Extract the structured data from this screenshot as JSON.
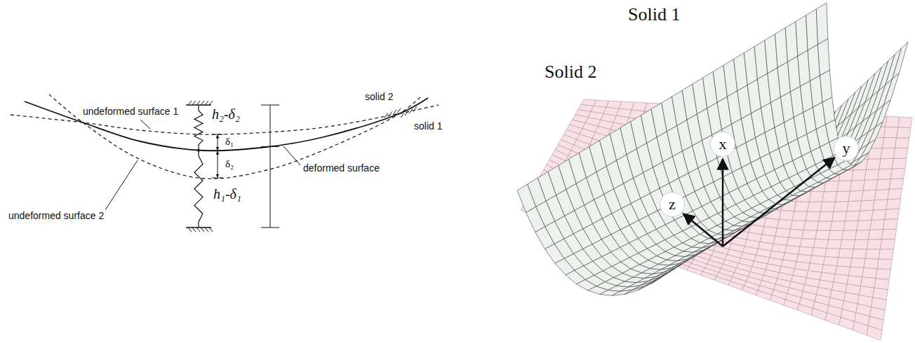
{
  "diagram": {
    "nodes": [
      {
        "text": [
          "x"
        ]
      },
      {
        "text": [
          "y"
        ]
      },
      {
        "text": [
          "z"
        ]
      }
    ],
    "labels": [
      "undeformed surface 1",
      "h₂-δ₂",
      "solid 2",
      "solid 1",
      "δ₁",
      "δ₂",
      "deformed surface",
      "h₁-δ₁",
      "undeformed surface 2",
      "Solid 1",
      "Solid 2"
    ]
  }
}
